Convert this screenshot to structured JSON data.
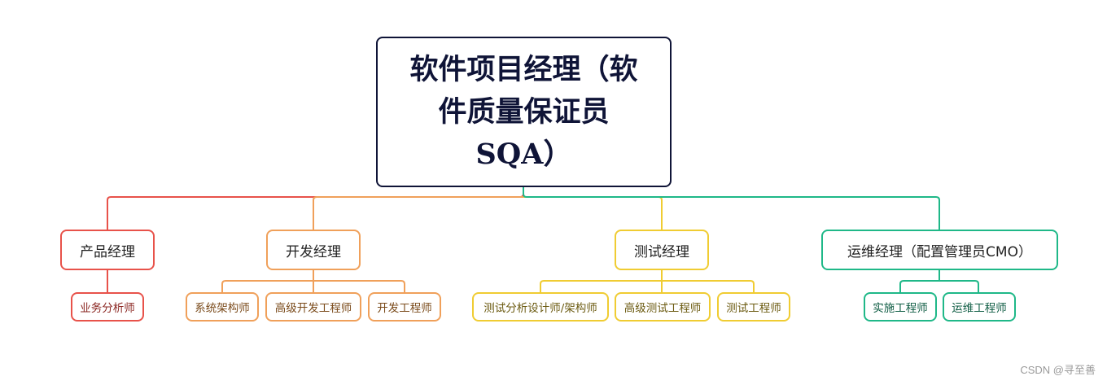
{
  "colors": {
    "root": "#0f1437",
    "product": "#e8524a",
    "dev": "#f0a05a",
    "test": "#f0cc32",
    "ops": "#1fb888"
  },
  "root": {
    "title": "软件项目经理（软件质量保证员SQA）"
  },
  "branches": [
    {
      "title": "产品经理",
      "children": [
        "业务分析师"
      ]
    },
    {
      "title": "开发经理",
      "children": [
        "系统架构师",
        "高级开发工程师",
        "开发工程师"
      ]
    },
    {
      "title": "测试经理",
      "children": [
        "测试分析设计师/架构师",
        "高级测试工程师",
        "测试工程师"
      ]
    },
    {
      "title": "运维经理（配置管理员CMO）",
      "children": [
        "实施工程师",
        "运维工程师"
      ]
    }
  ],
  "watermark": "CSDN @寻至善"
}
